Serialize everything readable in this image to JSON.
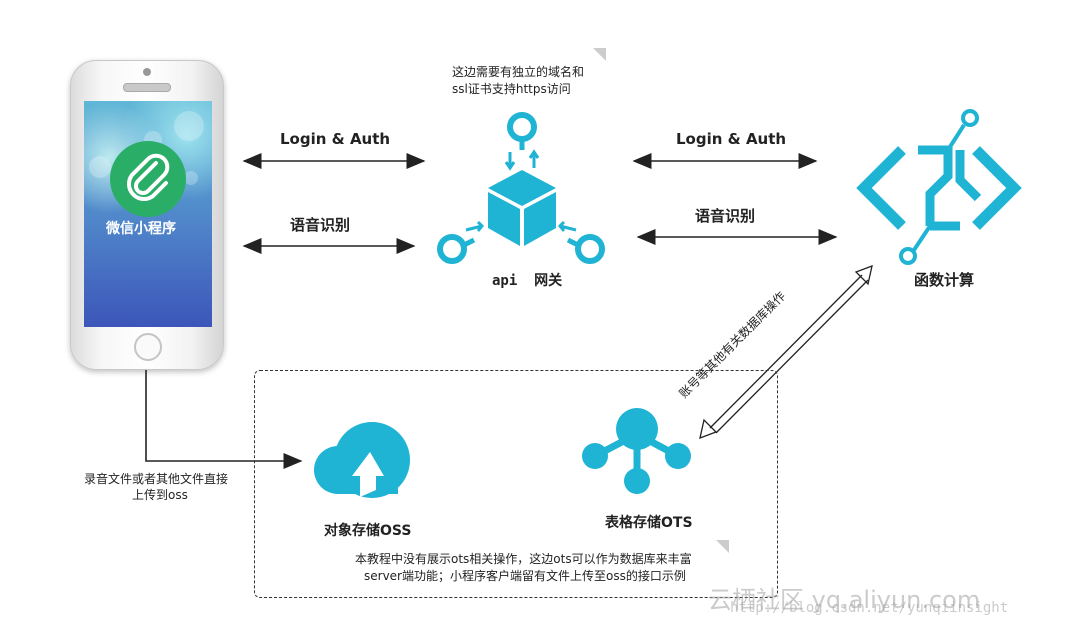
{
  "phone": {
    "app_label": "微信小程序"
  },
  "gateway": {
    "note_line1": "这边需要有独立的域名和",
    "note_line2": "ssl证书支持https访问",
    "label": "api  网关"
  },
  "fc": {
    "label": "函数计算"
  },
  "arrows": {
    "left_top": "Login & Auth",
    "left_bottom": "语音识别",
    "right_top": "Login & Auth",
    "right_bottom": "语音识别",
    "diagonal": "账号等其他有关数据库操作"
  },
  "upload_note": {
    "line1": "录音文件或者其他文件直接",
    "line2": "上传到oss"
  },
  "oss": {
    "label": "对象存储OSS"
  },
  "ots": {
    "label": "表格存储OTS"
  },
  "footer_note": {
    "line1": "本教程中没有展示ots相关操作，这边ots可以作为数据库来丰富",
    "line2": "server端功能；小程序客户端留有文件上传至oss的接口示例"
  },
  "watermark": {
    "text1": "云栖社区 yq.aliyun.com",
    "text2": "http://blog.csdn.net/yunqiinsight"
  },
  "colors": {
    "accent": "#1fb3d4",
    "wechat_green": "#2aae67",
    "arrow": "#222222"
  }
}
